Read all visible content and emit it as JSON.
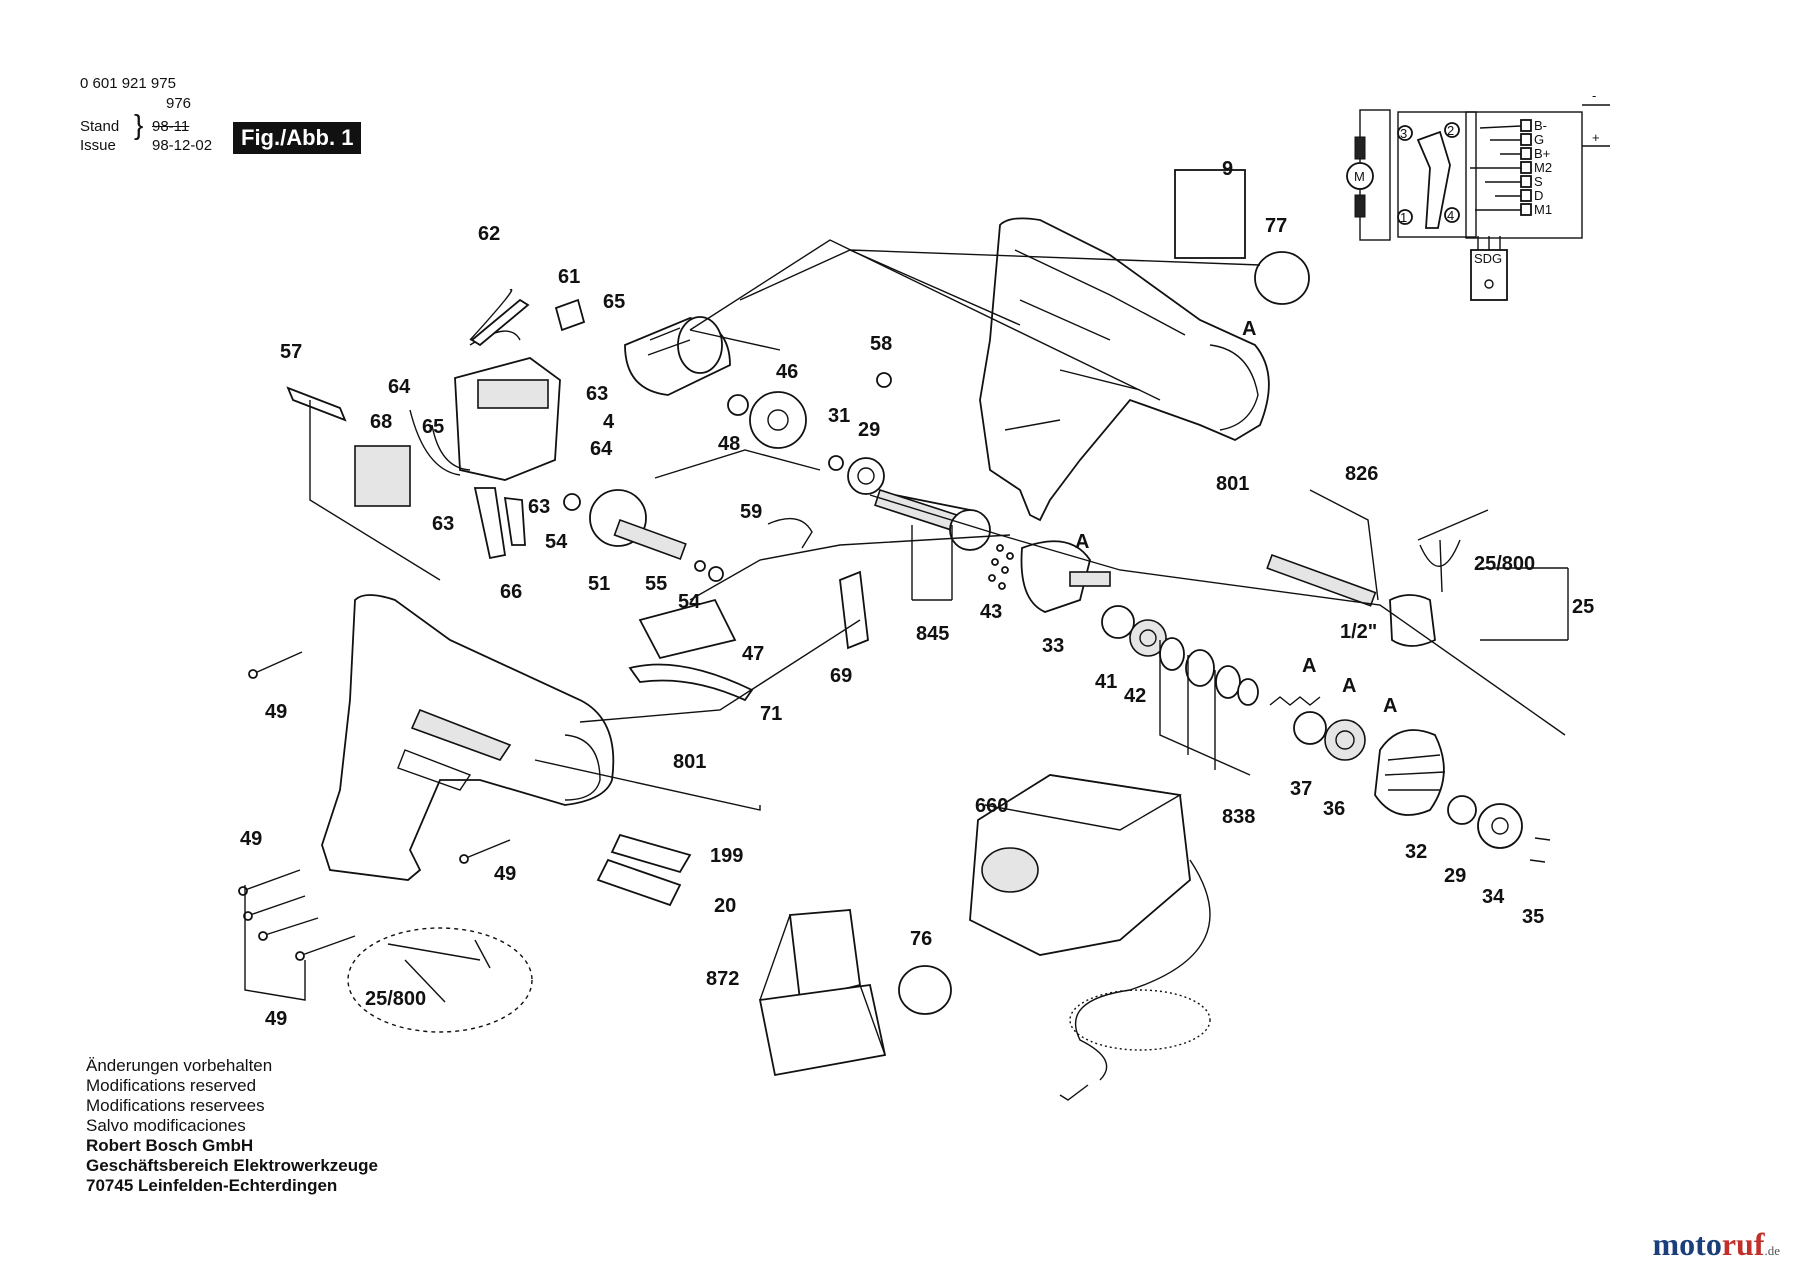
{
  "header": {
    "part_number": "0 601 921 975",
    "part_number_alt": "976",
    "stand_label": "Stand",
    "stand_value": "98-11",
    "issue_label": "Issue",
    "issue_value": "98-12-02",
    "figure_label": "Fig./Abb. 1"
  },
  "callouts": {
    "c62": "62",
    "c61": "61",
    "c65a": "65",
    "c57": "57",
    "c64a": "64",
    "c68": "68",
    "c65b": "65",
    "c63a": "63",
    "c4": "4",
    "c64b": "64",
    "c63b": "63",
    "c63c": "63",
    "c66": "66",
    "c54a": "54",
    "c51": "51",
    "c55": "55",
    "c54b": "54",
    "c48": "48",
    "c46": "46",
    "c31": "31",
    "c29a": "29",
    "c58": "58",
    "c59": "59",
    "c47": "47",
    "c71": "71",
    "c69": "69",
    "c9": "9",
    "c77": "77",
    "c801a": "801",
    "c801b": "801",
    "c845": "845",
    "c43": "43",
    "c33": "33",
    "c41": "41",
    "c42": "42",
    "c826": "826",
    "c25_800a": "25/800",
    "c25": "25",
    "c1_2": "1/2\"",
    "c838": "838",
    "c37": "37",
    "c36": "36",
    "c32": "32",
    "c29b": "29",
    "c34": "34",
    "c35": "35",
    "c660": "660",
    "c872": "872",
    "c76": "76",
    "c49a": "49",
    "c49b": "49",
    "c49c": "49",
    "c49d": "49",
    "c199": "199",
    "c20": "20",
    "c25_800b": "25/800",
    "cA1": "A",
    "cA2": "A",
    "cA3": "A",
    "cA4": "A",
    "cA5": "A"
  },
  "wiring": {
    "motor": "M",
    "switch_terms": [
      "3",
      "2",
      "1",
      "4"
    ],
    "terminals": [
      "B-",
      "G",
      "B+",
      "M2",
      "S",
      "D",
      "M1"
    ],
    "minus": "-",
    "plus": "+",
    "module": "SDG"
  },
  "notes": {
    "lines": [
      "Änderungen vorbehalten",
      "Modifications reserved",
      "Modifications reservees",
      "Salvo modificaciones"
    ],
    "company": [
      "Robert Bosch GmbH",
      "Geschäftsbereich Elektrowerkzeuge",
      "70745 Leinfelden-Echterdingen"
    ]
  },
  "watermark": {
    "main": "moto",
    "accent": "ruf",
    "suffix": ".de"
  },
  "colors": {
    "ink": "#111111",
    "watermark_blue": "#1b3f7a",
    "watermark_red": "#c2302b"
  }
}
